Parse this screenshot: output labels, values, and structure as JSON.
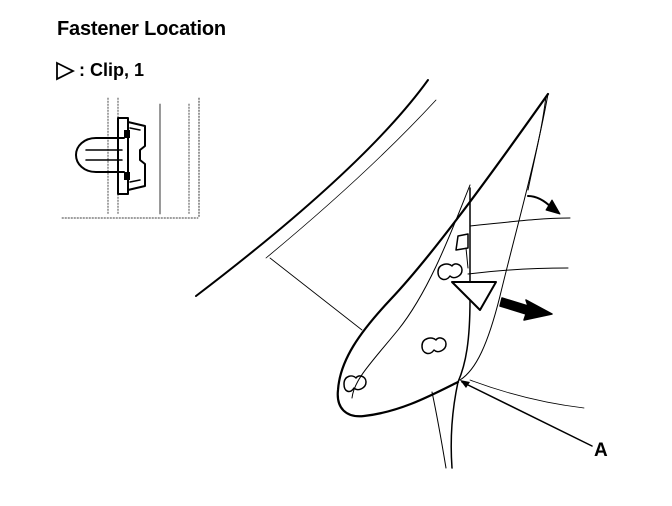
{
  "header": {
    "title": "Fastener Location"
  },
  "legend": {
    "symbol": "clip-triangle-icon",
    "label": ": Clip, 1"
  },
  "callouts": {
    "a": "A"
  },
  "colors": {
    "ink": "#000000",
    "background": "#ffffff"
  }
}
